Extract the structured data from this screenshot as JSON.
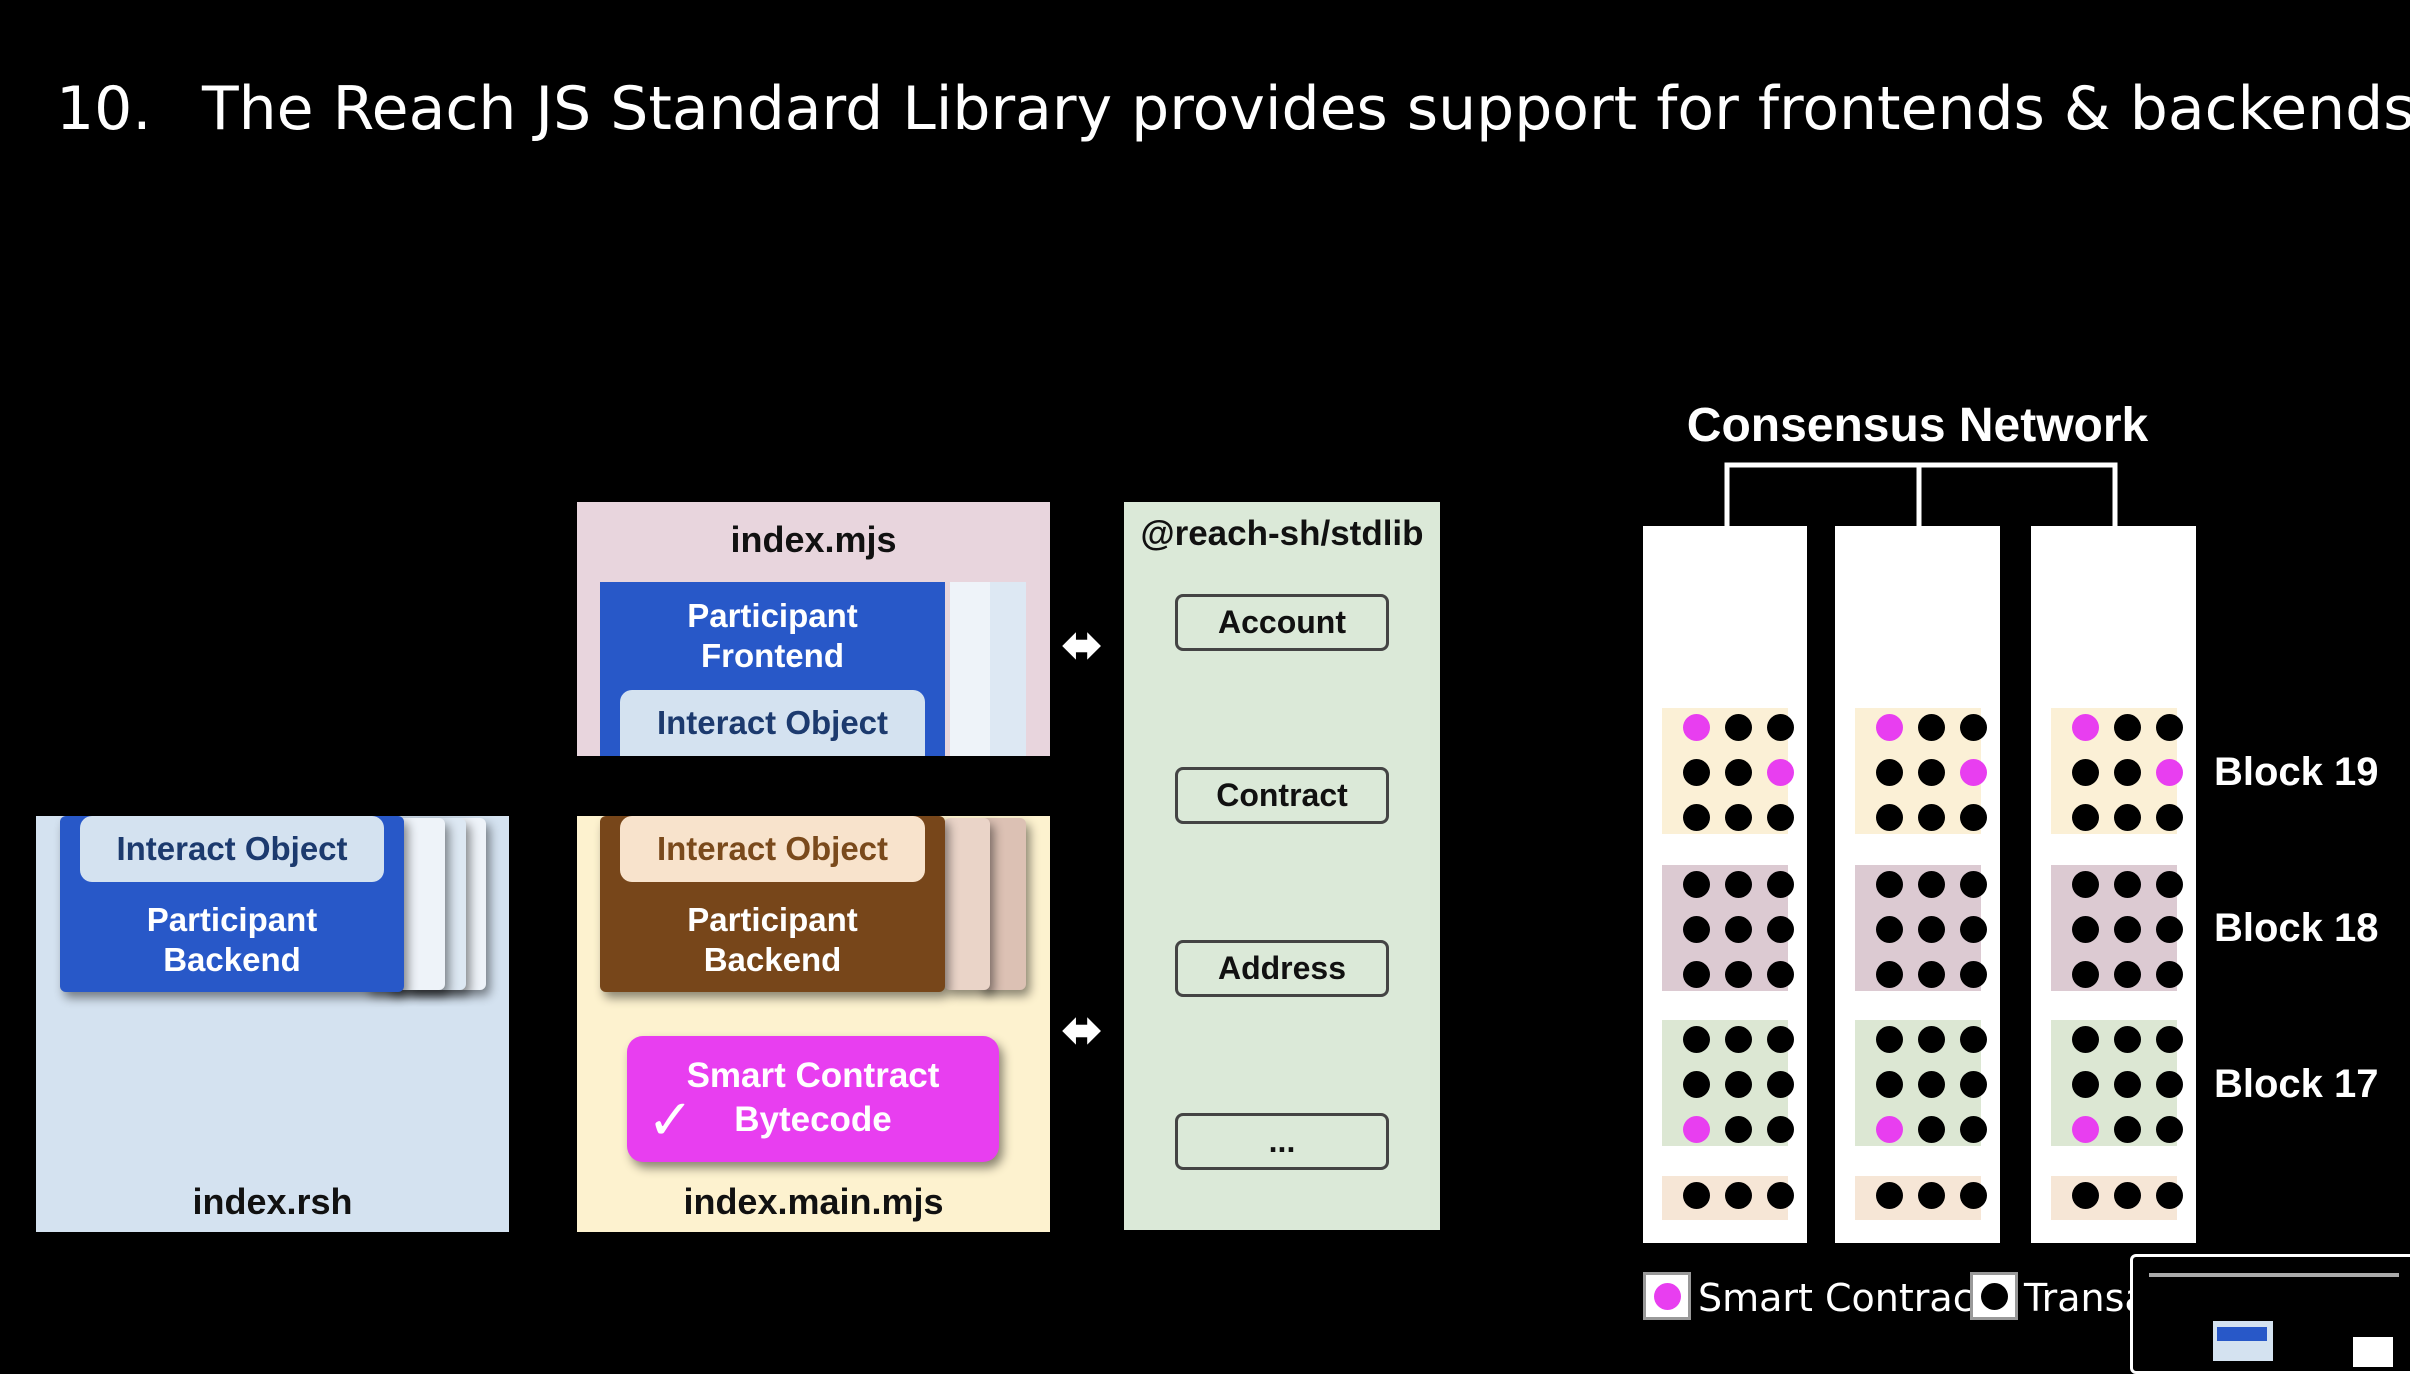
{
  "title": {
    "number": "10.",
    "text": "The Reach JS Standard Library provides support for frontends & backends."
  },
  "rsh": {
    "filename": "index.rsh",
    "interact": "Interact Object",
    "participant": [
      "Participant",
      "Backend"
    ]
  },
  "mjs": {
    "filename": "index.mjs",
    "participant": [
      "Participant",
      "Frontend"
    ],
    "interact": "Interact Object"
  },
  "main_mjs": {
    "filename": "index.main.mjs",
    "interact": "Interact Object",
    "participant": [
      "Participant",
      "Backend"
    ],
    "contract": [
      "Smart Contract",
      "Bytecode"
    ],
    "check": "✓"
  },
  "stdlib": {
    "title": "@reach-sh/stdlib",
    "items": [
      "Account",
      "Contract",
      "Address",
      "..."
    ]
  },
  "arrows": {
    "glyph": "⬌"
  },
  "network": {
    "title": "Consensus Network",
    "blocks": [
      {
        "label": "Block 19",
        "color": "#fbf0d6",
        "dots": [
          [
            1,
            0,
            0
          ],
          [
            0,
            0,
            1
          ],
          [
            0,
            0,
            0
          ]
        ]
      },
      {
        "label": "Block 18",
        "color": "#dccad2",
        "dots": [
          [
            0,
            0,
            0
          ],
          [
            0,
            0,
            0
          ],
          [
            0,
            0,
            0
          ]
        ]
      },
      {
        "label": "Block 17",
        "color": "#dce7d3",
        "dots": [
          [
            0,
            0,
            0
          ],
          [
            0,
            0,
            0
          ],
          [
            1,
            0,
            0
          ]
        ]
      },
      {
        "label": "",
        "color": "#f6e6d6",
        "dots": [
          [
            0,
            0,
            0
          ]
        ]
      }
    ]
  },
  "legend": {
    "smart_contract": "Smart Contract",
    "transaction": "Transa"
  },
  "colors": {
    "blue": "#2858c8",
    "brown": "#77461a",
    "magenta": "#e83ef0",
    "light_blue": "#d4e2f0",
    "pink": "#e8d5dd",
    "cream": "#fdf2cf",
    "green": "#dbe9d8"
  }
}
